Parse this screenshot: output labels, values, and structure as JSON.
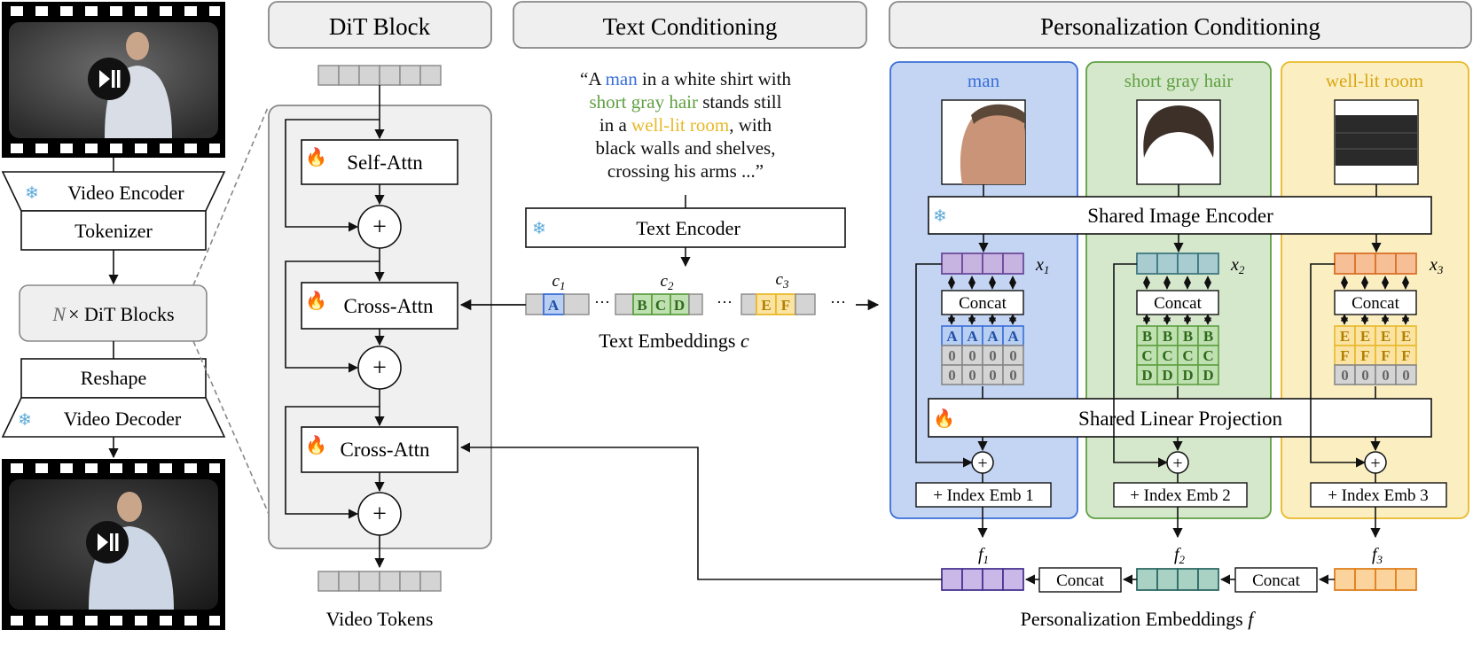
{
  "sections": {
    "dit_block": "DiT Block",
    "text_conditioning": "Text Conditioning",
    "personalization_conditioning": "Personalization Conditioning"
  },
  "pipeline": {
    "video_encoder": "Video Encoder",
    "tokenizer": "Tokenizer",
    "n_symbol": "N",
    "dit_blocks": "× DiT Blocks",
    "reshape": "Reshape",
    "video_decoder": "Video Decoder"
  },
  "dit": {
    "self_attn": "Self-Attn",
    "cross_attn_text": "Cross-Attn",
    "cross_attn_personal": "Cross-Attn",
    "plus": "+",
    "video_tokens": "Video Tokens"
  },
  "prompt": {
    "line1_a": "“A ",
    "line1_b": "man",
    "line1_c": " in a white shirt with",
    "line2_a": "short gray hair",
    "line2_b": " stands still",
    "line3_a": "in a ",
    "line3_b": "well-lit room",
    "line3_c": ", with",
    "line4": "black walls and shelves,",
    "line5": "crossing his arms ...”"
  },
  "text": {
    "encoder": "Text Encoder",
    "c1": "c",
    "c1_sub": "1",
    "c2": "c",
    "c2_sub": "2",
    "c3": "c",
    "c3_sub": "3",
    "tok_A": "A",
    "tok_B": "B",
    "tok_C": "C",
    "tok_D": "D",
    "tok_E": "E",
    "tok_F": "F",
    "dots": "···",
    "embeddings_label": "Text Embeddings ",
    "embeddings_sym": "c"
  },
  "personal": {
    "col1_title": "man",
    "col2_title": "short gray hair",
    "col3_title": "well-lit room",
    "shared_image_encoder": "Shared Image Encoder",
    "shared_linear_projection": "Shared Linear Projection",
    "concat": "Concat",
    "x": "x",
    "x1_sub": "1",
    "x2_sub": "2",
    "x3_sub": "3",
    "index1": "+ Index Emb 1",
    "index2": "+ Index Emb 2",
    "index3": "+ Index Emb 3",
    "f": "f",
    "f1_sub": "1",
    "f2_sub": "2",
    "f3_sub": "3",
    "grid1": [
      [
        "A",
        "A",
        "A",
        "A"
      ],
      [
        "0",
        "0",
        "0",
        "0"
      ],
      [
        "0",
        "0",
        "0",
        "0"
      ]
    ],
    "grid2": [
      [
        "B",
        "B",
        "B",
        "B"
      ],
      [
        "C",
        "C",
        "C",
        "C"
      ],
      [
        "D",
        "D",
        "D",
        "D"
      ]
    ],
    "grid3": [
      [
        "E",
        "E",
        "E",
        "E"
      ],
      [
        "F",
        "F",
        "F",
        "F"
      ],
      [
        "0",
        "0",
        "0",
        "0"
      ]
    ],
    "embeddings_label": "Personalization Embeddings ",
    "embeddings_sym": "f"
  },
  "colors": {
    "man_blue": "#3a6fd8",
    "hair_green": "#5fa043",
    "room_yellow": "#e8b92a",
    "purple": "#7a55a8",
    "teal": "#4f8a92",
    "orange": "#e8843a"
  }
}
